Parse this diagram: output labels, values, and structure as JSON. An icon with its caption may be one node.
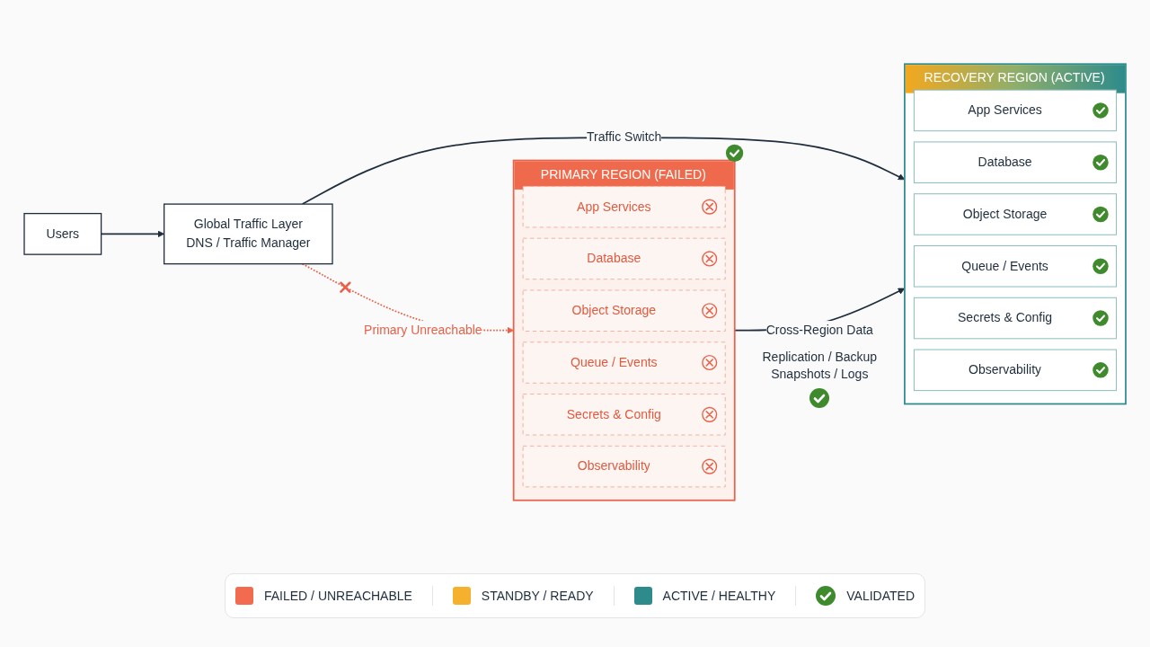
{
  "diagram": {
    "nodes": [
      {
        "text": [
          "Users"
        ]
      },
      {
        "text": [
          "Global Traffic Layer",
          "DNS / Traffic Manager"
        ]
      },
      {
        "text": [
          "PRIMARY REGION (FAILED)"
        ]
      },
      {
        "text": [
          "App Services"
        ],
        "in": 2
      },
      {
        "text": [
          "Database"
        ],
        "in": 2
      },
      {
        "text": [
          "Object Storage"
        ],
        "in": 2
      },
      {
        "text": [
          "Queue / Events"
        ],
        "in": 2
      },
      {
        "text": [
          "Secrets & Config"
        ],
        "in": 2
      },
      {
        "text": [
          "Observability"
        ],
        "in": 2
      },
      {
        "text": [
          "RECOVERY REGION (ACTIVE)"
        ]
      },
      {
        "text": [
          "App Services"
        ],
        "in": 9
      },
      {
        "text": [
          "Database"
        ],
        "in": 9
      },
      {
        "text": [
          "Object Storage"
        ],
        "in": 9
      },
      {
        "text": [
          "Queue / Events"
        ],
        "in": 9
      },
      {
        "text": [
          "Secrets & Config"
        ],
        "in": 9
      },
      {
        "text": [
          "Observability"
        ],
        "in": 9
      }
    ],
    "edges": [
      {
        "from": 0,
        "to": 1,
        "arrow": "to"
      },
      {
        "from": 1,
        "to": 2,
        "arrow": "to",
        "label": "Primary Unreachable",
        "style": "dashed",
        "color": "#e8624a"
      },
      {
        "from": 1,
        "to": 9,
        "arrow": "to",
        "label": "Traffic Switch"
      },
      {
        "from": 2,
        "to": 9,
        "arrow": "to",
        "label": "Cross-Region Data"
      }
    ],
    "labels": [
      "Replication / Backup Snapshots / Logs"
    ],
    "legend": [
      {
        "text": "FAILED / UNREACHABLE",
        "color": "#f26b4f"
      },
      {
        "text": "STANDBY / READY",
        "color": "#f5b12e"
      },
      {
        "text": "ACTIVE / HEALTHY",
        "color": "#2e8b8b"
      },
      {
        "text": "VALIDATED"
      }
    ]
  }
}
